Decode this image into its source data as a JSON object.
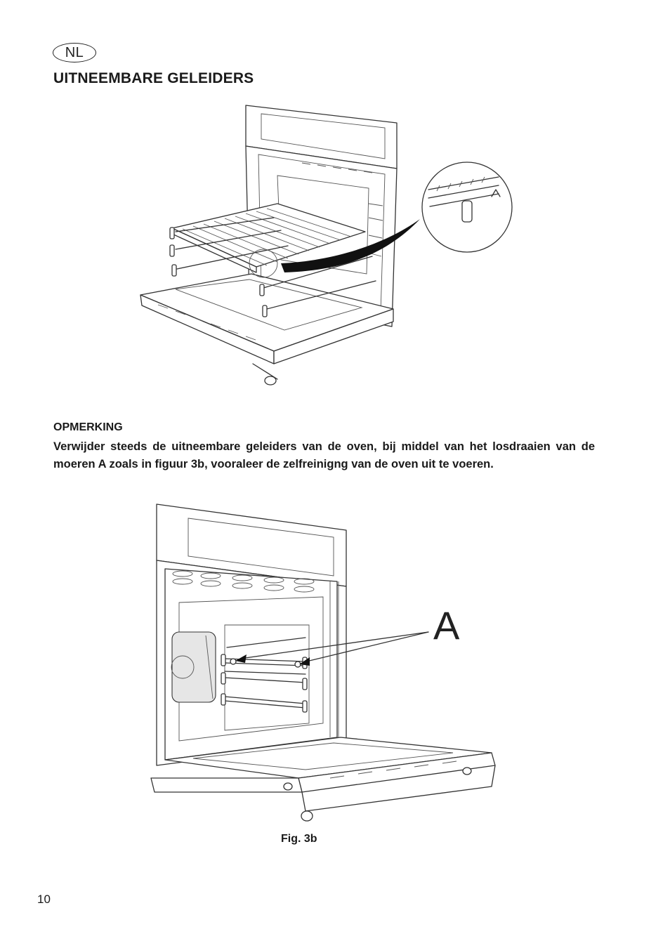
{
  "header": {
    "language_code": "NL",
    "title": "UITNEEMBARE GELEIDERS"
  },
  "note": {
    "heading": "OPMERKING",
    "body": "Verwijder steeds de uitneembare geleiders van de oven, bij middel van het losdraaien van de moeren A zoals in figuur 3b, vooraleer de zelfreinigng van de oven uit te voeren."
  },
  "figure_bottom": {
    "callout_label": "A",
    "caption": "Fig. 3b"
  },
  "footer": {
    "page_number": "10"
  }
}
